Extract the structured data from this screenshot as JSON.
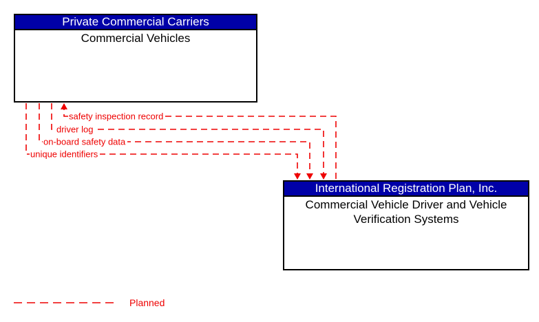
{
  "boxes": [
    {
      "id": "pcc",
      "title": "Private Commercial Carriers",
      "subtitle": "Commercial Vehicles"
    },
    {
      "id": "irp",
      "title": "International Registration Plan, Inc.",
      "subtitle": "Commercial Vehicle Driver and Vehicle Verification Systems"
    }
  ],
  "flows": [
    {
      "label": "safety inspection record",
      "from": "irp",
      "to": "pcc",
      "status": "planned"
    },
    {
      "label": "driver log",
      "from": "pcc",
      "to": "irp",
      "status": "planned"
    },
    {
      "label": "on-board safety data",
      "from": "pcc",
      "to": "irp",
      "status": "planned"
    },
    {
      "label": "unique identifiers",
      "from": "pcc",
      "to": "irp",
      "status": "planned"
    }
  ],
  "legend": {
    "label": "Planned",
    "line_style": "dashed"
  },
  "colors": {
    "header_bg": "#0000A8",
    "header_text": "#FFFFFF",
    "body_text": "#000000",
    "flow_planned": "#EE0000",
    "box_border": "#000000",
    "background": "#FFFFFF"
  }
}
